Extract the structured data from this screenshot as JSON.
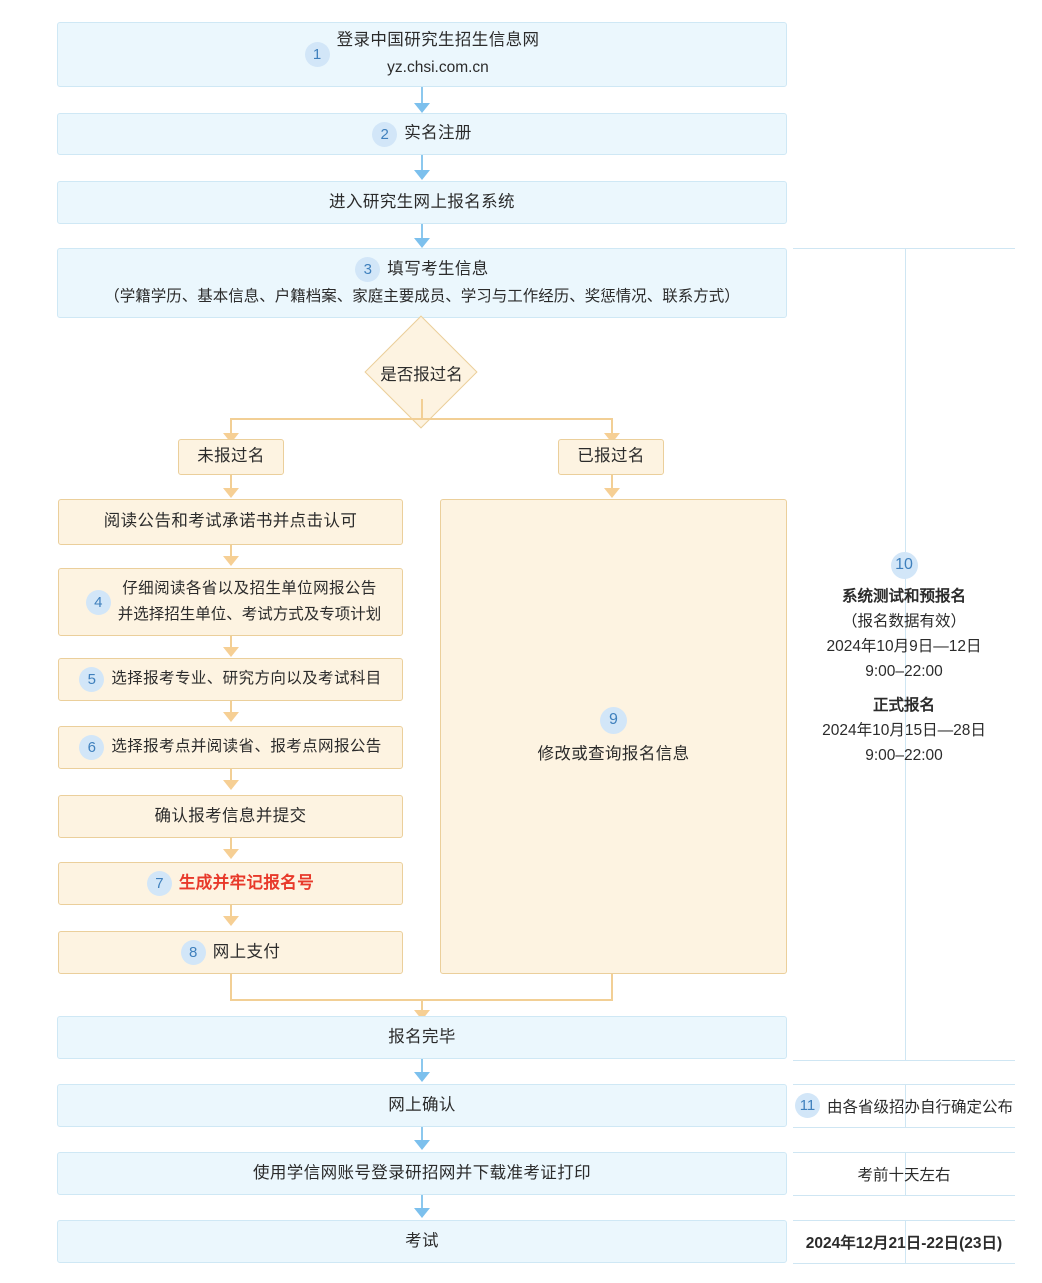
{
  "flow": {
    "step1": {
      "num": "1",
      "line1": "登录中国研究生招生信息网",
      "line2": "yz.chsi.com.cn"
    },
    "step2": {
      "num": "2",
      "label": "实名注册"
    },
    "enter_system": {
      "label": "进入研究生网上报名系统"
    },
    "step3": {
      "num": "3",
      "label": "填写考生信息",
      "detail": "（学籍学历、基本信息、户籍档案、家庭主要成员、学习与工作经历、奖惩情况、联系方式）"
    },
    "decision": {
      "label": "是否报过名"
    },
    "branch_left": {
      "label": "未报过名"
    },
    "branch_right": {
      "label": "已报过名"
    },
    "read_notice": {
      "label": "阅读公告和考试承诺书并点击认可"
    },
    "step4": {
      "num": "4",
      "line1": "仔细阅读各省以及招生单位网报公告",
      "line2": "并选择招生单位、考试方式及专项计划"
    },
    "step5": {
      "num": "5",
      "label": "选择报考专业、研究方向以及考试科目"
    },
    "step6": {
      "num": "6",
      "label": "选择报考点并阅读省、报考点网报公告"
    },
    "confirm_submit": {
      "label": "确认报考信息并提交"
    },
    "step7": {
      "num": "7",
      "label": "生成并牢记报名号"
    },
    "step8": {
      "num": "8",
      "label": "网上支付"
    },
    "step9": {
      "num": "9",
      "label": "修改或查询报名信息"
    },
    "done": {
      "label": "报名完毕"
    },
    "online_confirm": {
      "label": "网上确认"
    },
    "download_ticket": {
      "label": "使用学信网账号登录研招网并下载准考证打印"
    },
    "exam": {
      "label": "考试"
    }
  },
  "sidebar": {
    "step10": {
      "num": "10",
      "title": "系统测试和预报名",
      "note": "（报名数据有效）",
      "date1": "2024年10月9日—12日",
      "time1": "9:00–22:00",
      "title2": "正式报名",
      "date2": "2024年10月15日—28日",
      "time2": "9:00–22:00"
    },
    "step11": {
      "num": "11",
      "label": "由各省级招办自行确定公布"
    },
    "ticket_time": {
      "label": "考前十天左右"
    },
    "exam_time": {
      "label": "2024年12月21日-22日(23日)"
    }
  },
  "colors": {
    "blue_fill": "#ebf7fd",
    "blue_border": "#cfe8f5",
    "orange_fill": "#fdf3e1",
    "orange_border": "#ebcf9b",
    "blue_arrow": "#7cc0ed",
    "orange_arrow": "#f6cf94",
    "badge_fill": "#d2e6f8",
    "badge_text": "#3f80bd",
    "alert_text": "#e8392a"
  }
}
